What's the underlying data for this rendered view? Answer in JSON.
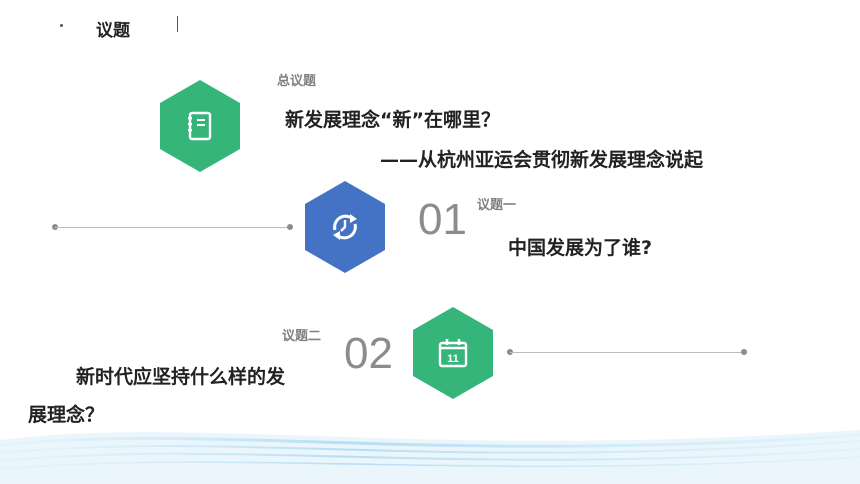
{
  "header": {
    "title": "议题"
  },
  "main_topic": {
    "label": "总议题",
    "title": "新发展理念“新”在哪里？",
    "subtitle": "——从杭州亚运会贯彻新发展理念说起",
    "icon": "notebook-icon"
  },
  "topic_one": {
    "number": "01",
    "label": "议题一",
    "title": "中国发展为了谁?",
    "icon": "refresh-icon"
  },
  "topic_two": {
    "number": "02",
    "label": "议题二",
    "title_line1": "新时代应坚持什么样的发",
    "title_line2": "展理念？",
    "icon": "calendar-icon",
    "icon_text": "11"
  },
  "colors": {
    "green": "#36b57b",
    "blue": "#4472c4",
    "gray_number": "#8c8c8c",
    "line": "#bdbdbd"
  }
}
